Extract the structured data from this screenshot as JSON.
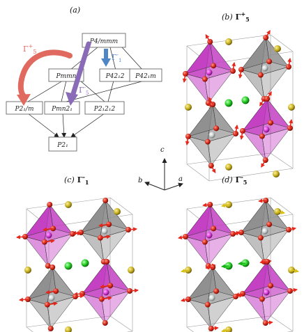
{
  "panels": {
    "a": {
      "label": "(a)"
    },
    "b": {
      "label": "(b)",
      "irrep": "Γ",
      "sup": "+",
      "sub": "5"
    },
    "c": {
      "label": "(c)",
      "irrep": "Γ",
      "sup": "-",
      "sub": "1"
    },
    "d": {
      "label": "(d)",
      "irrep": "Γ",
      "sup": "-",
      "sub": "5"
    }
  },
  "tree": {
    "nodes": {
      "p4mmm": "P4/mmm",
      "pmmn": "Pmmn",
      "p4212": "P42₁2",
      "p421m": "P42₁m",
      "p21m": "P2₁/m",
      "pmn21": "Pmn2₁",
      "p212121": "P2₁2₁2",
      "p21": "P2₁"
    },
    "arrows": {
      "gamma5plus": {
        "base": "Γ",
        "sup": "+",
        "sub": "5",
        "color": "#e06a5f"
      },
      "gamma1minus": {
        "base": "Γ",
        "sup": "-",
        "sub": "1",
        "color": "#4e86c6"
      },
      "gamma5minus": {
        "base": "Γ",
        "sup": "-",
        "sub": "5",
        "color": "#8a6bb8"
      }
    }
  },
  "axes": {
    "c": "c",
    "b": "b",
    "a": "a"
  },
  "colors": {
    "magenta_octahedron": "#c23ac2",
    "gray_octahedron": "#8c8c8c",
    "oxygen": "#d42a1a",
    "a_site": "#c8b020",
    "center": "#22cc22",
    "displacement_arrow": "#e8261a"
  }
}
